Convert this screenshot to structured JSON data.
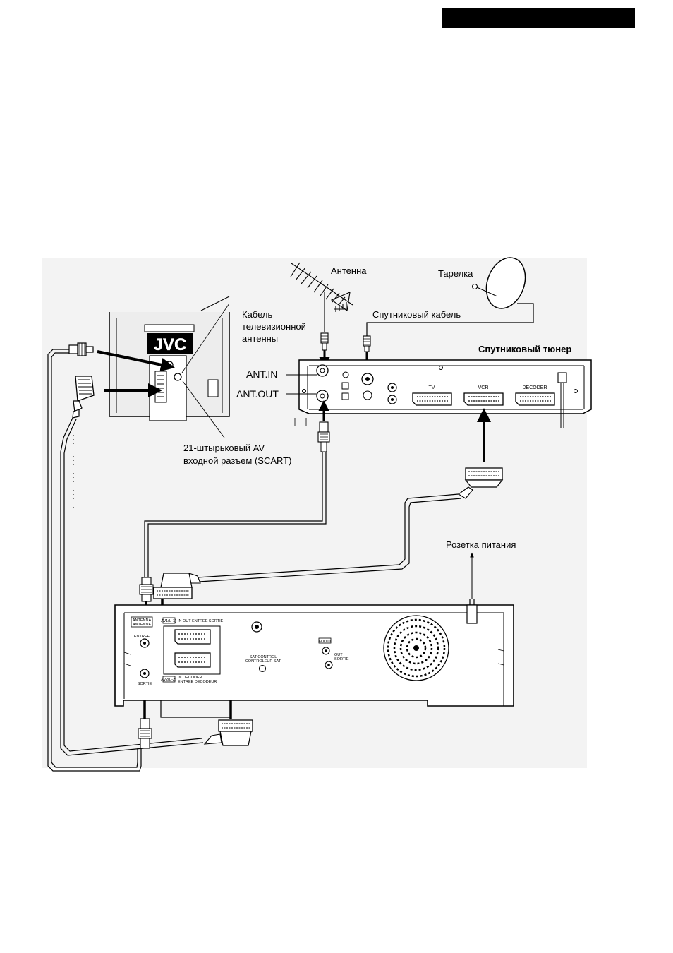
{
  "labels": {
    "antenna": "Антенна",
    "dish": "Тарелка",
    "tv_cable_line1": "Кабель",
    "tv_cable_line2": "телевизионной",
    "tv_cable_line3": "антенны",
    "sat_cable": "Спутниковый кабель",
    "sat_tuner": "Спутниковый тюнер",
    "ant_in": "ANT.IN",
    "ant_out": "ANT.OUT",
    "scart_line1": "21-штырьковый AV",
    "scart_line2": "входной разъем (SCART)",
    "power_outlet": "Розетка питания"
  },
  "tuner": {
    "scart_tv": "TV",
    "scart_vcr": "VCR",
    "scart_decoder": "DECODER"
  },
  "tv": {
    "brand": "JVC"
  },
  "vcr": {
    "antenna_label_1": "ANTENNA",
    "antenna_label_2": "ANTENNE",
    "entree": "ENTREE",
    "sortie": "SORTIE",
    "av1": "AV1(L-1)",
    "in_out": "IN OUT  ENTREE SORTIE",
    "av2": "AV2(L-2)",
    "in_decoder": "IN DECODER",
    "entree_decodeur": "ENTREE DECODEUR",
    "sat_control_1": "SAT CONTROL",
    "sat_control_2": "CONTROLEUR SAT",
    "audio": "AUDIO",
    "audio_out": "OUT",
    "audio_sortie": "SORTIE"
  },
  "colors": {
    "header_bar": "#000000",
    "diagram_background": "#f3f3f3"
  }
}
